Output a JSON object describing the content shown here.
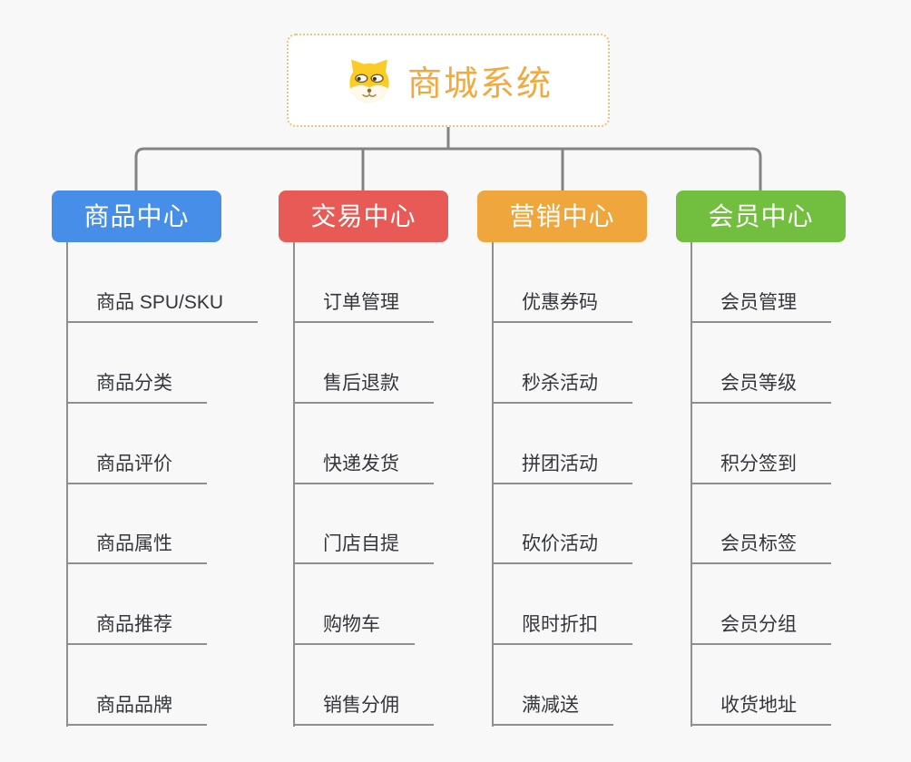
{
  "root": {
    "title": "商城系统",
    "icon": "shiba-dog-icon",
    "text_color": "#F2A93F",
    "border_color": "#F4C077"
  },
  "connector_color": "#838383",
  "leaf_line_color": "#8f8f8f",
  "branches": [
    {
      "label": "商品中心",
      "color": "#478EE9",
      "children": [
        "商品 SPU/SKU",
        "商品分类",
        "商品评价",
        "商品属性",
        "商品推荐",
        "商品品牌"
      ]
    },
    {
      "label": "交易中心",
      "color": "#E75A55",
      "children": [
        "订单管理",
        "售后退款",
        "快递发货",
        "门店自提",
        "购物车",
        "销售分佣"
      ]
    },
    {
      "label": "营销中心",
      "color": "#EEA63D",
      "children": [
        "优惠券码",
        "秒杀活动",
        "拼团活动",
        "砍价活动",
        "限时折扣",
        "满减送"
      ]
    },
    {
      "label": "会员中心",
      "color": "#72BF40",
      "children": [
        "会员管理",
        "会员等级",
        "积分签到",
        "会员标签",
        "会员分组",
        "收货地址"
      ]
    }
  ]
}
